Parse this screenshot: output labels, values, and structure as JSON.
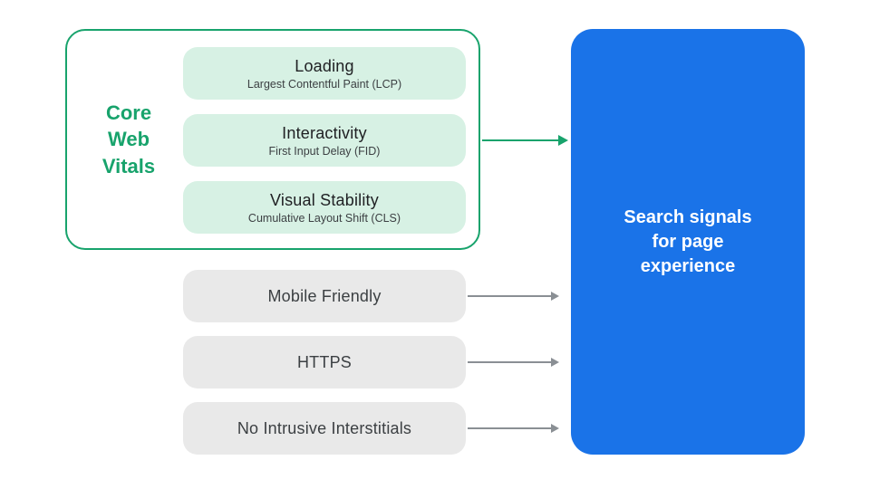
{
  "core_web_vitals": {
    "label": "Core Web Vitals",
    "items": [
      {
        "title": "Loading",
        "subtitle": "Largest Contentful Paint (LCP)"
      },
      {
        "title": "Interactivity",
        "subtitle": "First Input Delay (FID)"
      },
      {
        "title": "Visual Stability",
        "subtitle": "Cumulative Layout Shift (CLS)"
      }
    ]
  },
  "other_signals": [
    {
      "label": "Mobile Friendly"
    },
    {
      "label": "HTTPS"
    },
    {
      "label": "No Intrusive Interstitials"
    }
  ],
  "result_box": {
    "label": "Search signals for page experience"
  },
  "colors": {
    "green": "#18A36C",
    "green_light": "#D7F1E4",
    "gray_box": "#E9E9E9",
    "blue": "#1A73E8",
    "arrow_gray": "#8A8F94",
    "title_dark": "#202124",
    "subtitle_dark": "#3C4043",
    "result_text": "#FFFFFF"
  }
}
